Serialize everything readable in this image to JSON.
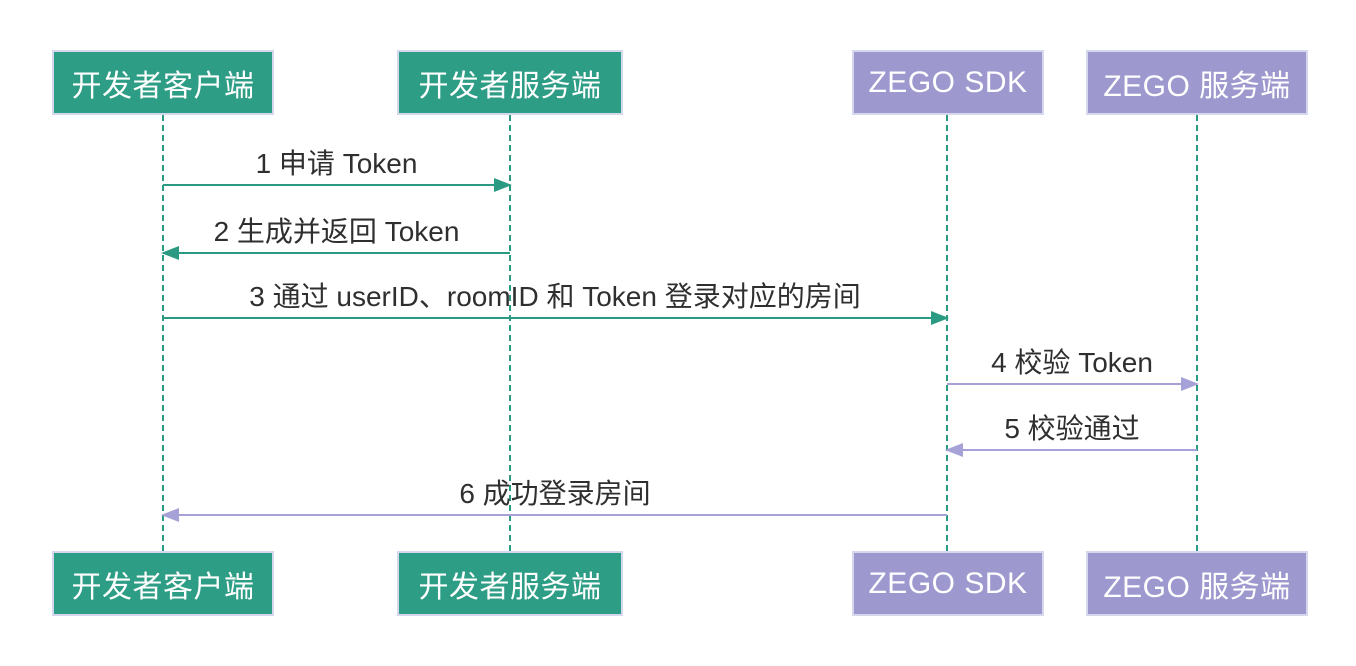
{
  "diagram": {
    "type": "sequence",
    "actors": [
      {
        "id": "dev-client",
        "label": "开发者客户端",
        "fill": "#2d9d85"
      },
      {
        "id": "dev-server",
        "label": "开发者服务端",
        "fill": "#2d9d85"
      },
      {
        "id": "zego-sdk",
        "label": "ZEGO SDK",
        "fill": "#9d99ce"
      },
      {
        "id": "zego-server",
        "label": "ZEGO 服务端",
        "fill": "#9d99ce"
      }
    ],
    "messages": [
      {
        "seq": 1,
        "label": "1 申请 Token",
        "from": "dev-client",
        "to": "dev-server",
        "direction": "right",
        "color": "#2a9a82"
      },
      {
        "seq": 2,
        "label": "2 生成并返回 Token",
        "from": "dev-server",
        "to": "dev-client",
        "direction": "left",
        "color": "#2a9a82"
      },
      {
        "seq": 3,
        "label": "3 通过 userID、roomID 和 Token 登录对应的房间",
        "from": "dev-client",
        "to": "zego-sdk",
        "direction": "right",
        "color": "#2a9a82"
      },
      {
        "seq": 4,
        "label": "4 校验 Token",
        "from": "zego-sdk",
        "to": "zego-server",
        "direction": "right",
        "color": "#a6a2d8"
      },
      {
        "seq": 5,
        "label": "5 校验通过",
        "from": "zego-server",
        "to": "zego-sdk",
        "direction": "left",
        "color": "#a6a2d8"
      },
      {
        "seq": 6,
        "label": "6 成功登录房间",
        "from": "zego-sdk",
        "to": "dev-client",
        "direction": "left",
        "color": "#a6a2d8"
      }
    ],
    "colors": {
      "actor_green": "#2d9d85",
      "actor_purple": "#9d99ce",
      "actor_border": "#d5d7ec",
      "lifeline": "#2a9a82",
      "arrow_green": "#2a9a82",
      "arrow_purple": "#a6a2d8",
      "message_text": "#2f2f2f",
      "background": "#ffffff"
    }
  }
}
